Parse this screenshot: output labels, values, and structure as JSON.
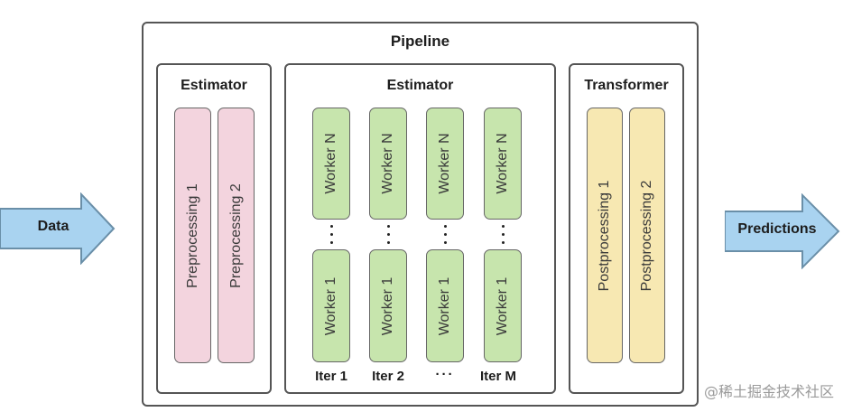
{
  "inputs": {
    "data_label": "Data",
    "predictions_label": "Predictions"
  },
  "pipeline": {
    "title": "Pipeline",
    "estimator_pre": {
      "title": "Estimator",
      "steps": [
        "Preprocessing 1",
        "Preprocessing 2"
      ]
    },
    "estimator_workers": {
      "title": "Estimator",
      "iterations": [
        {
          "label": "Iter 1",
          "top": "Worker N",
          "bottom": "Worker 1"
        },
        {
          "label": "Iter 2",
          "top": "Worker N",
          "bottom": "Worker 1"
        },
        {
          "label": "···",
          "top": "Worker N",
          "bottom": "Worker 1"
        },
        {
          "label": "Iter M",
          "top": "Worker N",
          "bottom": "Worker 1"
        }
      ]
    },
    "transformer": {
      "title": "Transformer",
      "steps": [
        "Postprocessing 1",
        "Postprocessing 2"
      ]
    }
  },
  "watermark": "@稀土掘金技术社区",
  "colors": {
    "arrow_fill": "#a9d3f0",
    "pink": "#f3d4de",
    "green": "#c7e5ad",
    "yellow": "#f7e8b2"
  }
}
